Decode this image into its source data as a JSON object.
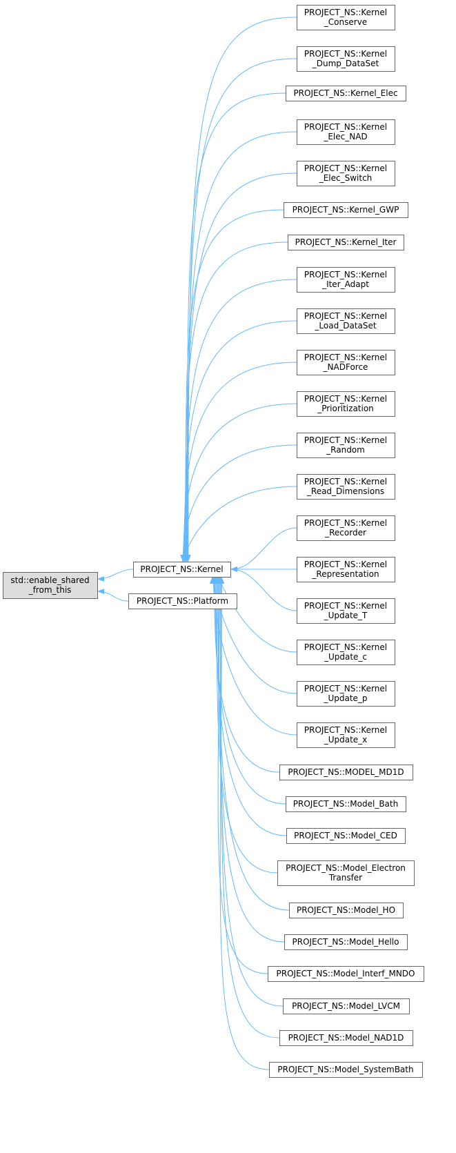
{
  "diagram": {
    "type": "class-inheritance-graph",
    "colors": {
      "edge": "#63b8ff",
      "node_border": "#666666",
      "node_fill": "#ffffff",
      "root_fill": "#dddddd"
    },
    "root": {
      "id": "root",
      "lines": [
        "std::enable_shared",
        "_from_this"
      ]
    },
    "mid": [
      {
        "id": "kernel",
        "lines": [
          "PROJECT_NS::Kernel"
        ]
      },
      {
        "id": "platform",
        "lines": [
          "PROJECT_NS::Platform"
        ]
      }
    ],
    "leaves": [
      {
        "lines": [
          "PROJECT_NS::Kernel",
          "_Conserve"
        ]
      },
      {
        "lines": [
          "PROJECT_NS::Kernel",
          "_Dump_DataSet"
        ]
      },
      {
        "lines": [
          "PROJECT_NS::Kernel_Elec"
        ]
      },
      {
        "lines": [
          "PROJECT_NS::Kernel",
          "_Elec_NAD"
        ]
      },
      {
        "lines": [
          "PROJECT_NS::Kernel",
          "_Elec_Switch"
        ]
      },
      {
        "lines": [
          "PROJECT_NS::Kernel_GWP"
        ]
      },
      {
        "lines": [
          "PROJECT_NS::Kernel_Iter"
        ]
      },
      {
        "lines": [
          "PROJECT_NS::Kernel",
          "_Iter_Adapt"
        ]
      },
      {
        "lines": [
          "PROJECT_NS::Kernel",
          "_Load_DataSet"
        ]
      },
      {
        "lines": [
          "PROJECT_NS::Kernel",
          "_NADForce"
        ]
      },
      {
        "lines": [
          "PROJECT_NS::Kernel",
          "_Prioritization"
        ]
      },
      {
        "lines": [
          "PROJECT_NS::Kernel",
          "_Random"
        ]
      },
      {
        "lines": [
          "PROJECT_NS::Kernel",
          "_Read_Dimensions"
        ]
      },
      {
        "lines": [
          "PROJECT_NS::Kernel",
          "_Recorder"
        ]
      },
      {
        "lines": [
          "PROJECT_NS::Kernel",
          "_Representation"
        ]
      },
      {
        "lines": [
          "PROJECT_NS::Kernel",
          "_Update_T"
        ]
      },
      {
        "lines": [
          "PROJECT_NS::Kernel",
          "_Update_c"
        ]
      },
      {
        "lines": [
          "PROJECT_NS::Kernel",
          "_Update_p"
        ]
      },
      {
        "lines": [
          "PROJECT_NS::Kernel",
          "_Update_x"
        ]
      },
      {
        "lines": [
          "PROJECT_NS::MODEL_MD1D"
        ]
      },
      {
        "lines": [
          "PROJECT_NS::Model_Bath"
        ]
      },
      {
        "lines": [
          "PROJECT_NS::Model_CED"
        ]
      },
      {
        "lines": [
          "PROJECT_NS::Model_Electron",
          "Transfer"
        ]
      },
      {
        "lines": [
          "PROJECT_NS::Model_HO"
        ]
      },
      {
        "lines": [
          "PROJECT_NS::Model_Hello"
        ]
      },
      {
        "lines": [
          "PROJECT_NS::Model_Interf_MNDO"
        ]
      },
      {
        "lines": [
          "PROJECT_NS::Model_LVCM"
        ]
      },
      {
        "lines": [
          "PROJECT_NS::Model_NAD1D"
        ]
      },
      {
        "lines": [
          "PROJECT_NS::Model_SystemBath"
        ]
      }
    ]
  }
}
